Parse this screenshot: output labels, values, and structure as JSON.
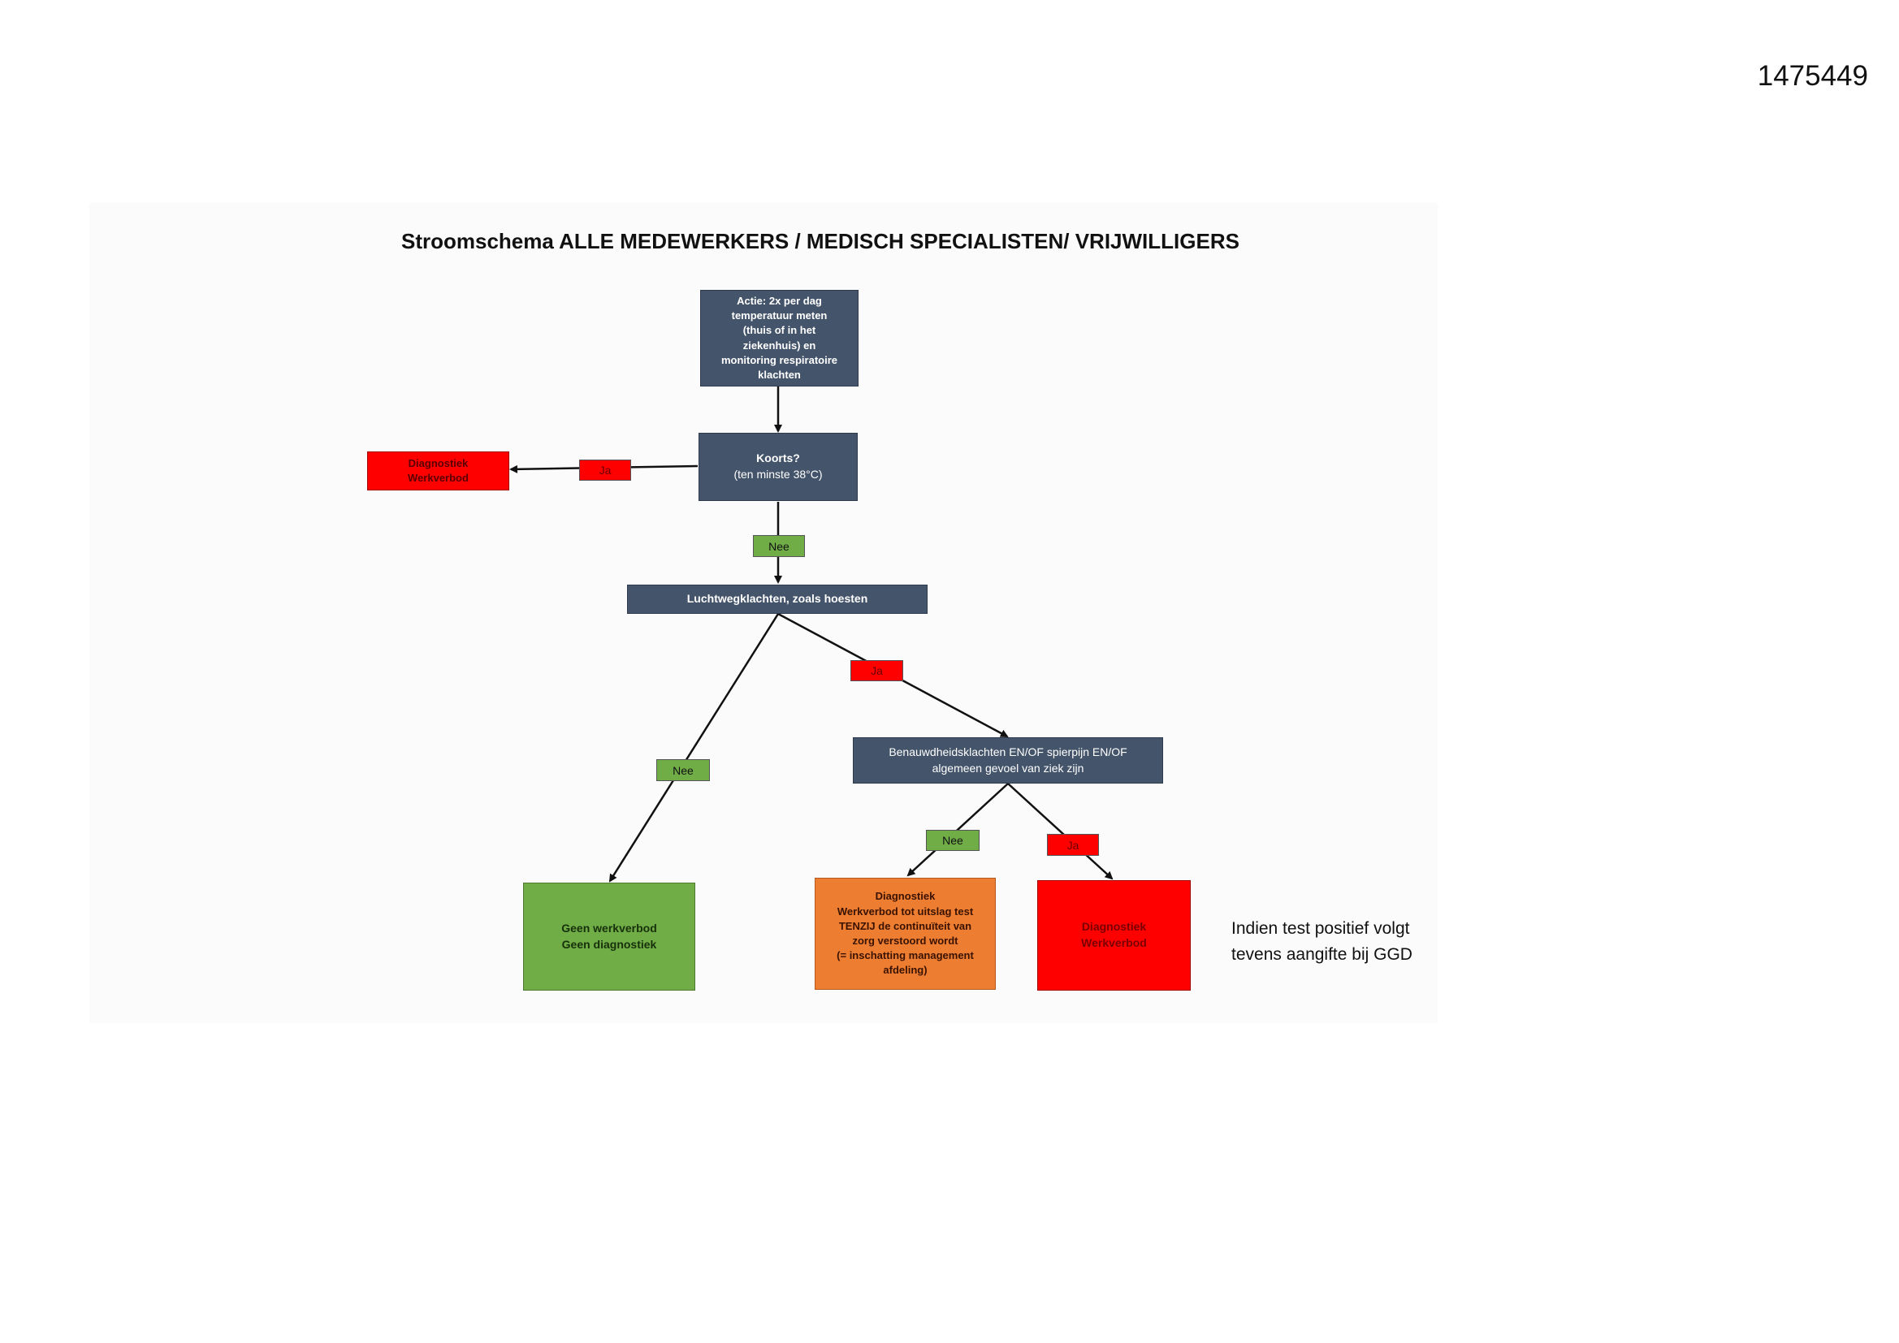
{
  "document_number": "1475449",
  "title": "Stroomschema ALLE MEDEWERKERS / MEDISCH SPECIALISTEN/ VRIJWILLIGERS",
  "colors": {
    "process": "#44546a",
    "red": "#ff0000",
    "green": "#70ad47",
    "orange": "#ed7d31",
    "line": "#111111"
  },
  "nodes": {
    "action": "Actie: 2x per dag\ntemperatuur meten\n(thuis of in het\nziekenhuis) en\nmonitoring respiratoire\nklachten",
    "fever_title": "Koorts?",
    "fever_sub": "(ten minste 38°C)",
    "diag_fever": "Diagnostiek\nWerkverbod",
    "airway": "Luchtwegklachten, zoals hoesten",
    "breath": "Benauwdheidsklachten EN/OF spierpijn EN/OF\nalgemeen gevoel van ziek zijn",
    "no_ban": "Geen werkverbod\nGeen diagnostiek",
    "conditional": "Diagnostiek\nWerkverbod tot uitslag test\nTENZIJ de continuïteit van\nzorg verstoord wordt\n(= inschatting management\nafdeling)",
    "diag_ban": "Diagnostiek\nWerkverbod"
  },
  "labels": {
    "ja": "Ja",
    "nee": "Nee"
  },
  "note": "Indien test positief volgt\ntevens aangifte bij GGD"
}
